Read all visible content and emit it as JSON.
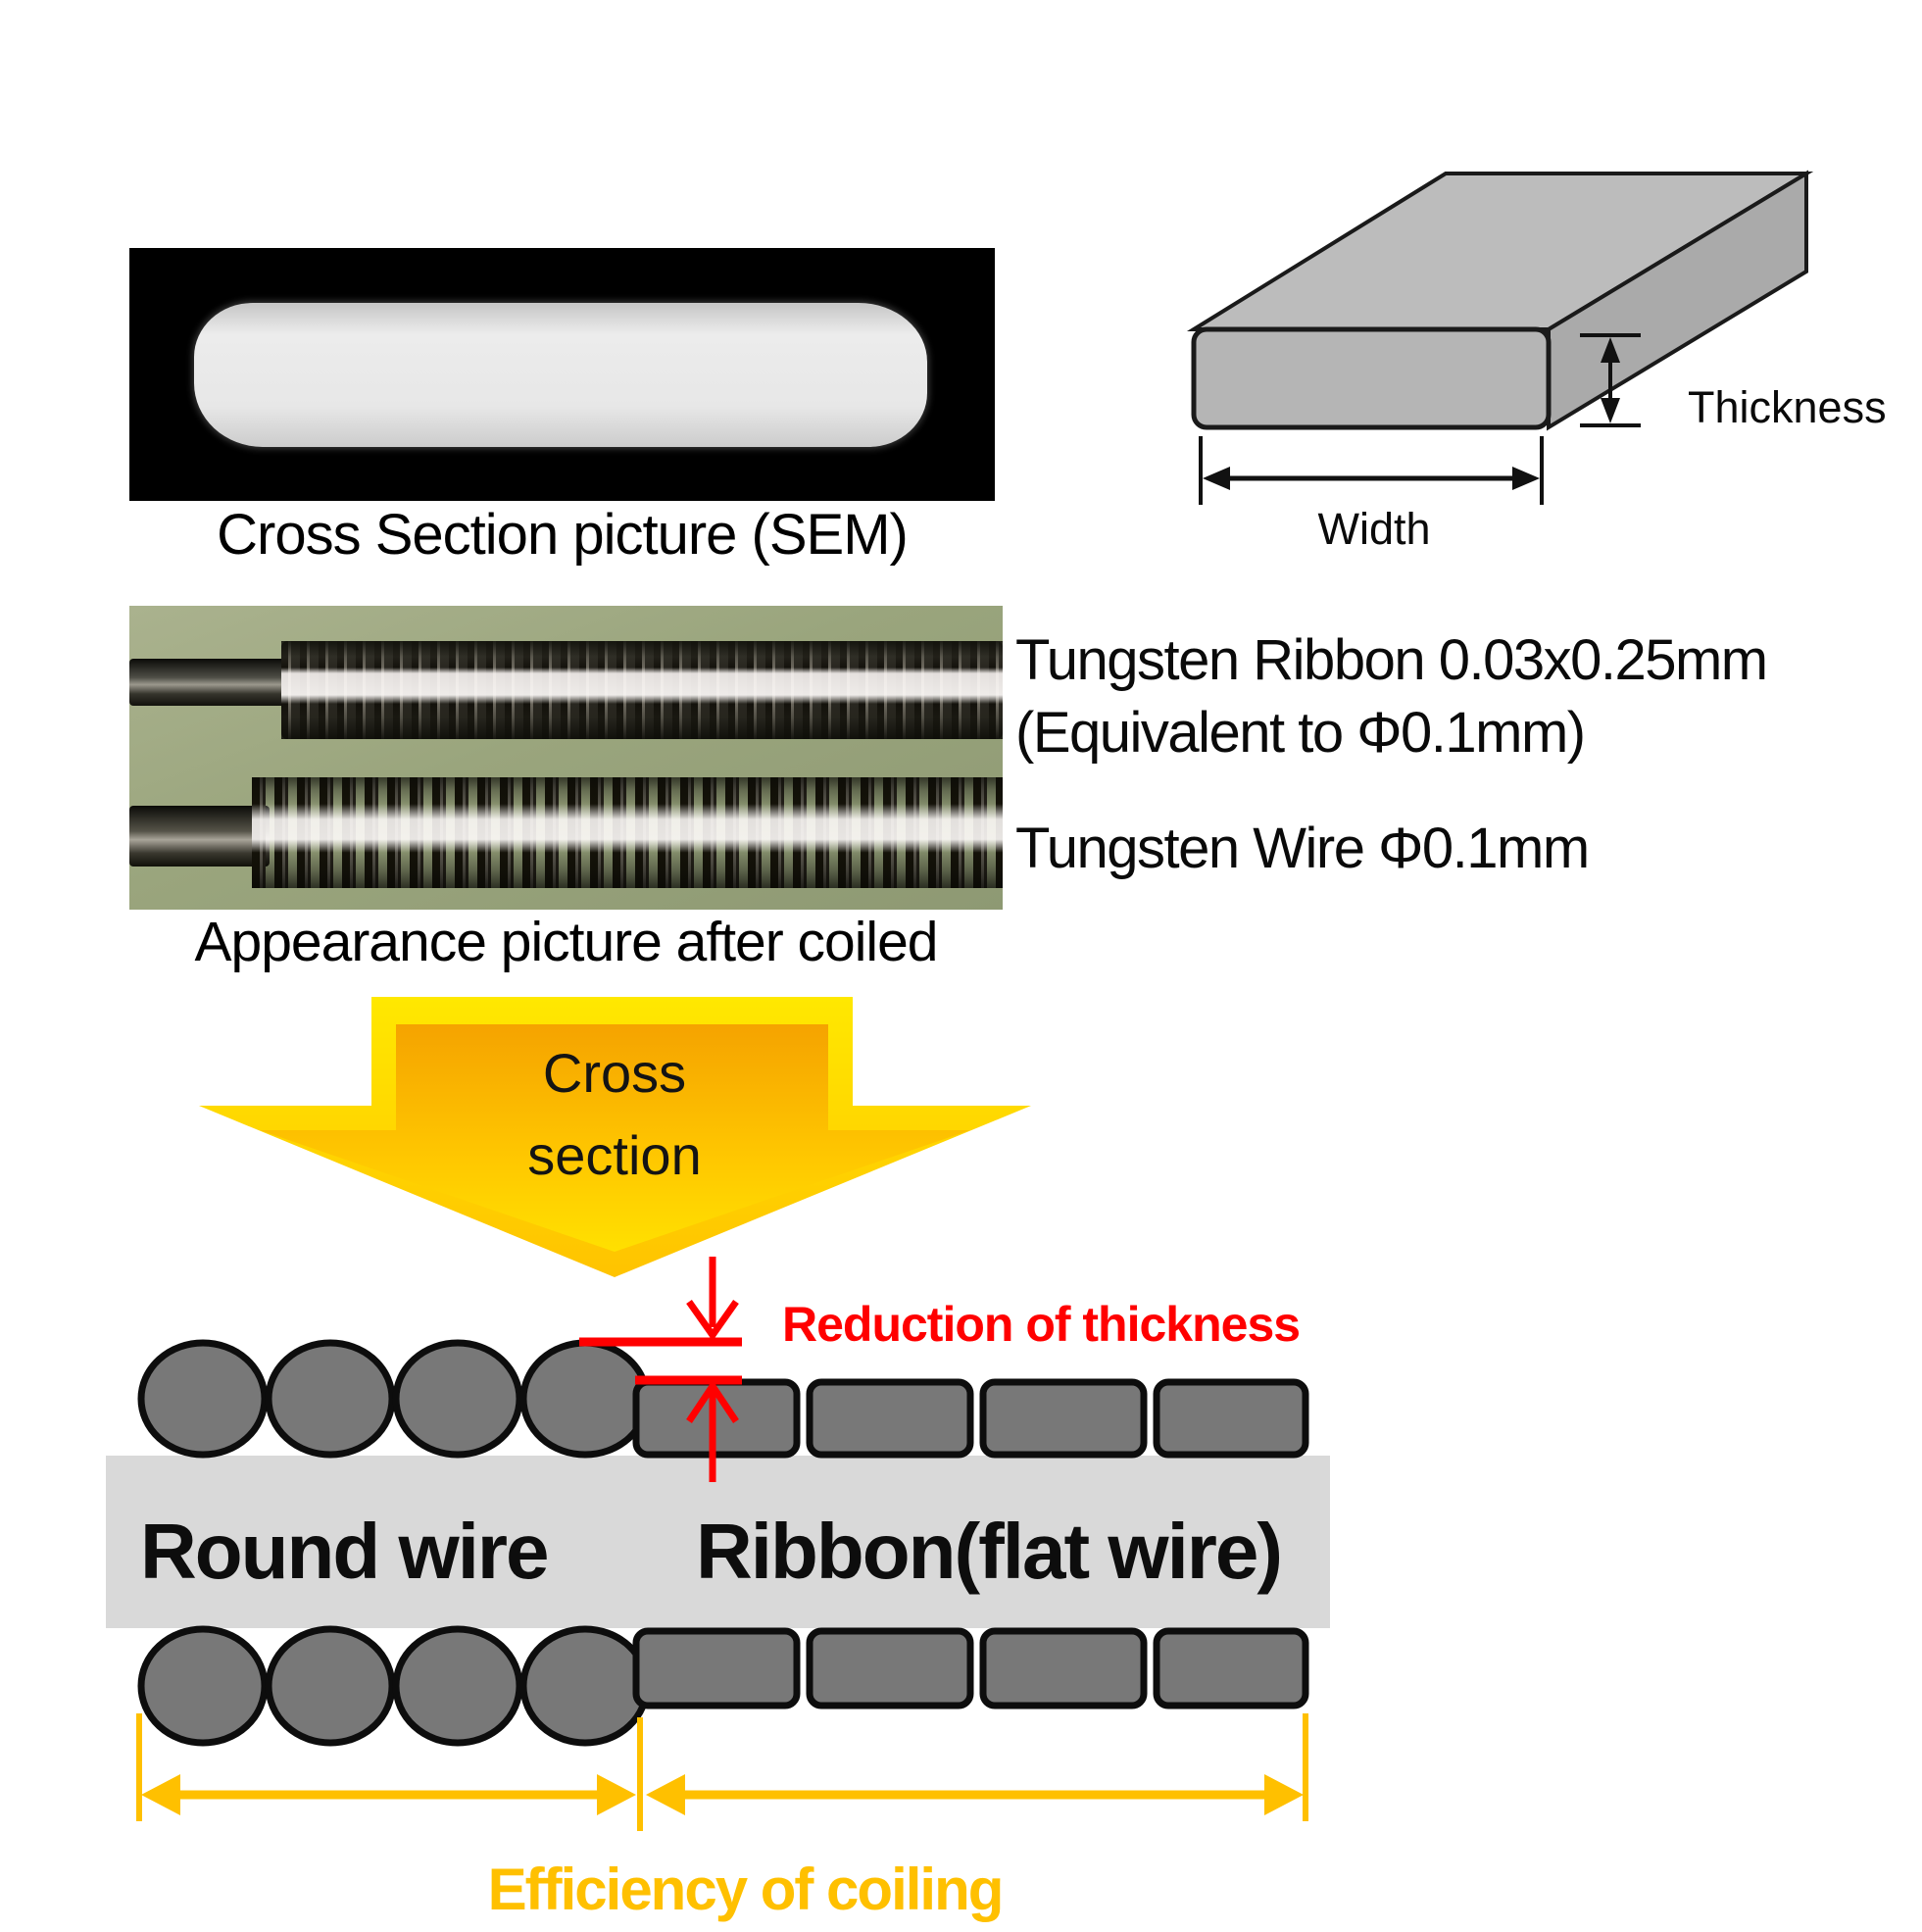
{
  "colors": {
    "red": "#ff0000",
    "orange": "#ffc000",
    "shape-gray": "#787878",
    "shape-stroke": "#0d0d0d",
    "band-gray": "#d9d9d9",
    "photo-green": "#9aa57d",
    "box3d-gray": "#b5b5b5",
    "arrow-yellow": "#ffe000",
    "arrow-gold": "#f7a600"
  },
  "sem": {
    "caption": "Cross Section picture (SEM)"
  },
  "ribbon_schematic": {
    "thickness_label": "Thickness",
    "width_label": "Width"
  },
  "coil_photo": {
    "caption": "Appearance picture after coiled",
    "ribbon_line1": "Tungsten Ribbon 0.03x0.25mm",
    "ribbon_line2": "(Equivalent to Φ0.1mm)",
    "wire_line": "Tungsten Wire Φ0.1mm"
  },
  "cross_section_arrow": {
    "line1": "Cross",
    "line2": "section"
  },
  "comparison": {
    "reduction_label": "Reduction of thickness",
    "round_wire_label": "Round wire",
    "ribbon_label": "Ribbon(flat wire)",
    "efficiency_label": "Efficiency of coiling"
  }
}
